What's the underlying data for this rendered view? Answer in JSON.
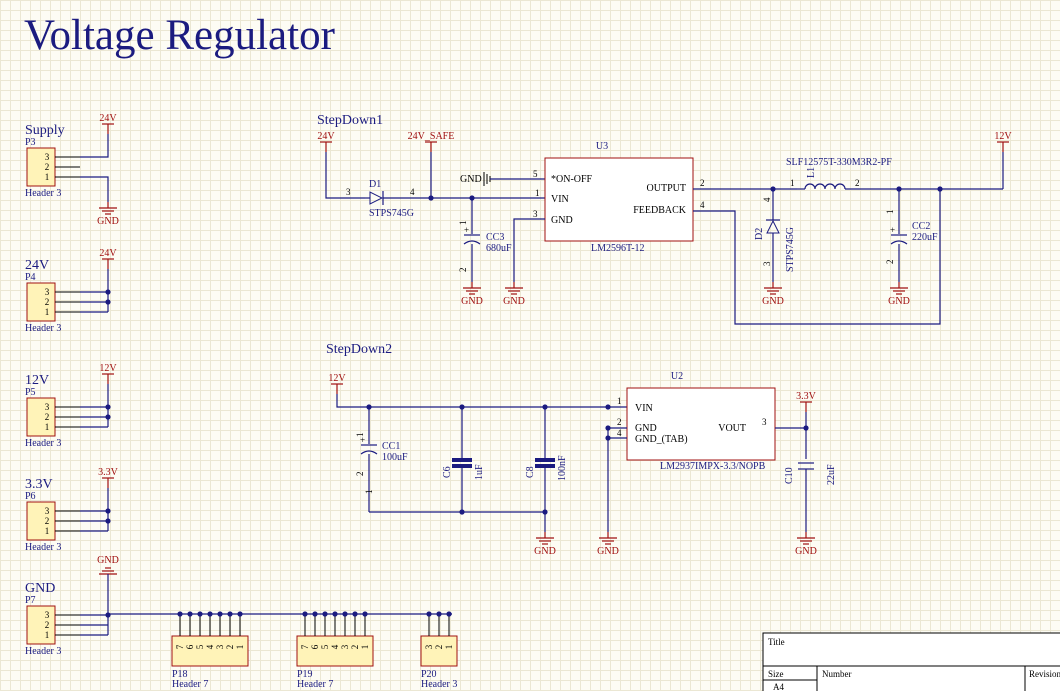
{
  "title": "Voltage Regulator",
  "headers": [
    {
      "group": "Supply",
      "ref": "P3",
      "type": "Header 3",
      "power": "24V"
    },
    {
      "group": "24V",
      "ref": "P4",
      "type": "Header 3",
      "power": "24V"
    },
    {
      "group": "12V",
      "ref": "P5",
      "type": "Header 3",
      "power": "12V"
    },
    {
      "group": "3.3V",
      "ref": "P6",
      "type": "Header 3",
      "power": "3.3V"
    },
    {
      "group": "GND",
      "ref": "P7",
      "type": "Header 3",
      "power": "GND"
    }
  ],
  "header_pins_3": [
    "3",
    "2",
    "1"
  ],
  "header_pins_7": [
    "7",
    "6",
    "5",
    "4",
    "3",
    "2",
    "1"
  ],
  "bottom_headers": [
    {
      "ref": "P18",
      "type": "Header 7"
    },
    {
      "ref": "P19",
      "type": "Header 7"
    },
    {
      "ref": "P20",
      "type": "Header 3"
    }
  ],
  "gnd_label": "GND",
  "stepdown1": {
    "label": "StepDown1",
    "in_net": "24V",
    "safe_net": "24V_SAFE",
    "out_net": "12V",
    "u3": {
      "ref": "U3",
      "part": "LM2596T-12",
      "pins": {
        "on_off": "*ON-OFF",
        "vin": "VIN",
        "gnd": "GND",
        "output": "OUTPUT",
        "feedback": "FEEDBACK"
      },
      "pin_numbers": {
        "on_off": "5",
        "vin": "1",
        "gnd": "3",
        "output": "2",
        "feedback": "4"
      }
    },
    "d1": {
      "ref": "D1",
      "part": "STPS745G",
      "pin_a": "3",
      "pin_k": "4"
    },
    "cc3": {
      "ref": "CC3",
      "value": "680uF",
      "pin1": "1",
      "pin2": "2"
    },
    "d2": {
      "ref": "D2",
      "part": "STPS745G",
      "pin_k": "4",
      "pin_a": "3"
    },
    "l1": {
      "ref": "L1",
      "part": "SLF12575T-330M3R2-PF",
      "pin1": "1",
      "pin2": "2"
    },
    "cc2": {
      "ref": "CC2",
      "value": "220uF",
      "pin1": "1",
      "pin2": "2"
    }
  },
  "stepdown2": {
    "label": "StepDown2",
    "in_net": "12V",
    "out_net": "3.3V",
    "u2": {
      "ref": "U2",
      "part": "LM2937IMPX-3.3/NOPB",
      "pins": {
        "vin": "VIN",
        "gnd": "GND",
        "gnd_tab": "GND_(TAB)",
        "vout": "VOUT"
      },
      "pin_numbers": {
        "vin": "1",
        "gnd": "2",
        "gnd_tab": "4",
        "vout": "3"
      }
    },
    "cc1": {
      "ref": "CC1",
      "value": "100uF",
      "pin1": "1",
      "pin2": "2"
    },
    "c6": {
      "ref": "C6",
      "value": "1uF"
    },
    "c8": {
      "ref": "C8",
      "value": "100nF"
    },
    "c10": {
      "ref": "C10",
      "value": "22uF"
    }
  },
  "title_block": {
    "title": "Title",
    "size": "Size",
    "number": "Number",
    "revision": "Revision",
    "size_value": "A4"
  }
}
